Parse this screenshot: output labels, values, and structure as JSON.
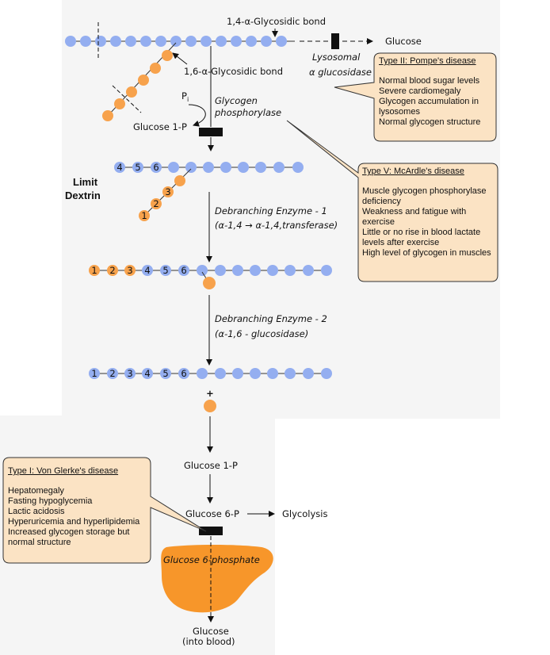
{
  "labels": {
    "bond14": "1,4-α-Glycosidic bond",
    "glucose_top": "Glucose",
    "lysosomal": "Lysosomal",
    "alpha_glucosidase": "α glucosidase",
    "bond16": "1,6-α-Glycosidic bond",
    "pi": "Pi",
    "glycogen": "Glycogen",
    "phosphorylase": "phosphorylase",
    "glucose1p_top": "Glucose 1-P",
    "limit": "Limit",
    "dextrin": "Dextrin",
    "debranch1": "Debranching Enzyme - 1",
    "debranch1_sub": "(α-1,4 → α-1,4,transferase)",
    "debranch2": "Debranching Enzyme - 2",
    "debranch2_sub": "(α-1,6 - glucosidase)",
    "plus": "+",
    "glucose1p_bottom": "Glucose 1-P",
    "glucose6p": "Glucose 6-P",
    "glycolysis": "Glycolysis",
    "liver_label": "Glucose 6-phosphate",
    "glucose_bottom": "Glucose",
    "into_blood": "(into blood)"
  },
  "chain_numbers": {
    "limit_dextrin_main": [
      "4",
      "5",
      "6"
    ],
    "limit_dextrin_branch": [
      "3",
      "2",
      "1"
    ],
    "after_transfer": [
      "1",
      "2",
      "3",
      "4",
      "5",
      "6"
    ],
    "final": [
      "1",
      "2",
      "3",
      "4",
      "5",
      "6"
    ]
  },
  "diseases": {
    "pompe": {
      "title": "Type II: Pompe's disease",
      "items": [
        "Normal blood sugar levels",
        "Severe cardiomegaly",
        "Glycogen accumulation in lysosomes",
        "Normal glycogen structure"
      ]
    },
    "mcardle": {
      "title": "Type V: McArdle's disease",
      "items": [
        "Muscle glycogen phosphorylase deficiency",
        "Weakness and fatigue with exercise",
        "Little or no rise in blood lactate levels after exercise",
        "High level of glycogen in muscles"
      ]
    },
    "vongierke": {
      "title": "Type I: Von Glerke's disease",
      "items": [
        "Hepatomegaly",
        "Fasting hypoglycemia",
        "Lactic acidosis",
        "Hyperuricemia and hyperlipidemia",
        "Increased glycogen storage but normal structure"
      ]
    }
  },
  "colors": {
    "blue": "#94aef0",
    "orange": "#f7a24c",
    "liver": "#f7962a",
    "panel": "#f5f5f5",
    "callout": "#fbe3c4"
  }
}
